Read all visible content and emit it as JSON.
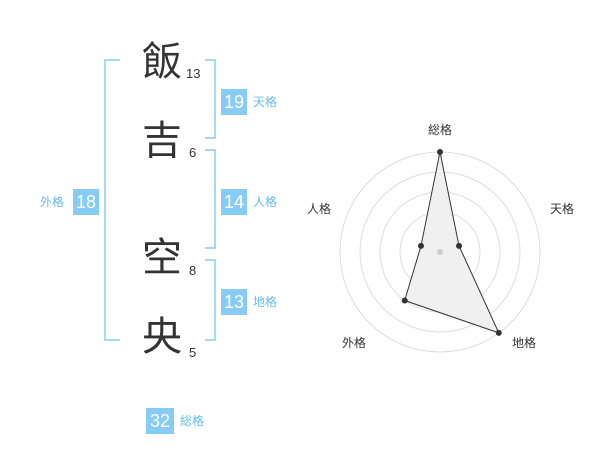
{
  "name": {
    "characters": [
      {
        "char": "飯",
        "strokes": "13"
      },
      {
        "char": "吉",
        "strokes": "6"
      },
      {
        "char": "空",
        "strokes": "8"
      },
      {
        "char": "央",
        "strokes": "5"
      }
    ]
  },
  "fortunes": {
    "tenkaku": {
      "label": "天格",
      "value": "19"
    },
    "jinkaku": {
      "label": "人格",
      "value": "14"
    },
    "chikaku": {
      "label": "地格",
      "value": "13"
    },
    "gaikaku": {
      "label": "外格",
      "value": "18"
    },
    "soukaku": {
      "label": "総格",
      "value": "32"
    }
  },
  "colors": {
    "accent": "#88ccf5",
    "bracket": "#88ccf5",
    "text": "#333333",
    "radar_fill": "#f0f0f0",
    "radar_ring": "#dddddd"
  },
  "chart_data": {
    "type": "radar",
    "axes": [
      "総格",
      "天格",
      "地格",
      "外格",
      "人格"
    ],
    "values": [
      5,
      1,
      5,
      3,
      1
    ],
    "range": [
      0,
      5
    ],
    "rings": 5
  }
}
